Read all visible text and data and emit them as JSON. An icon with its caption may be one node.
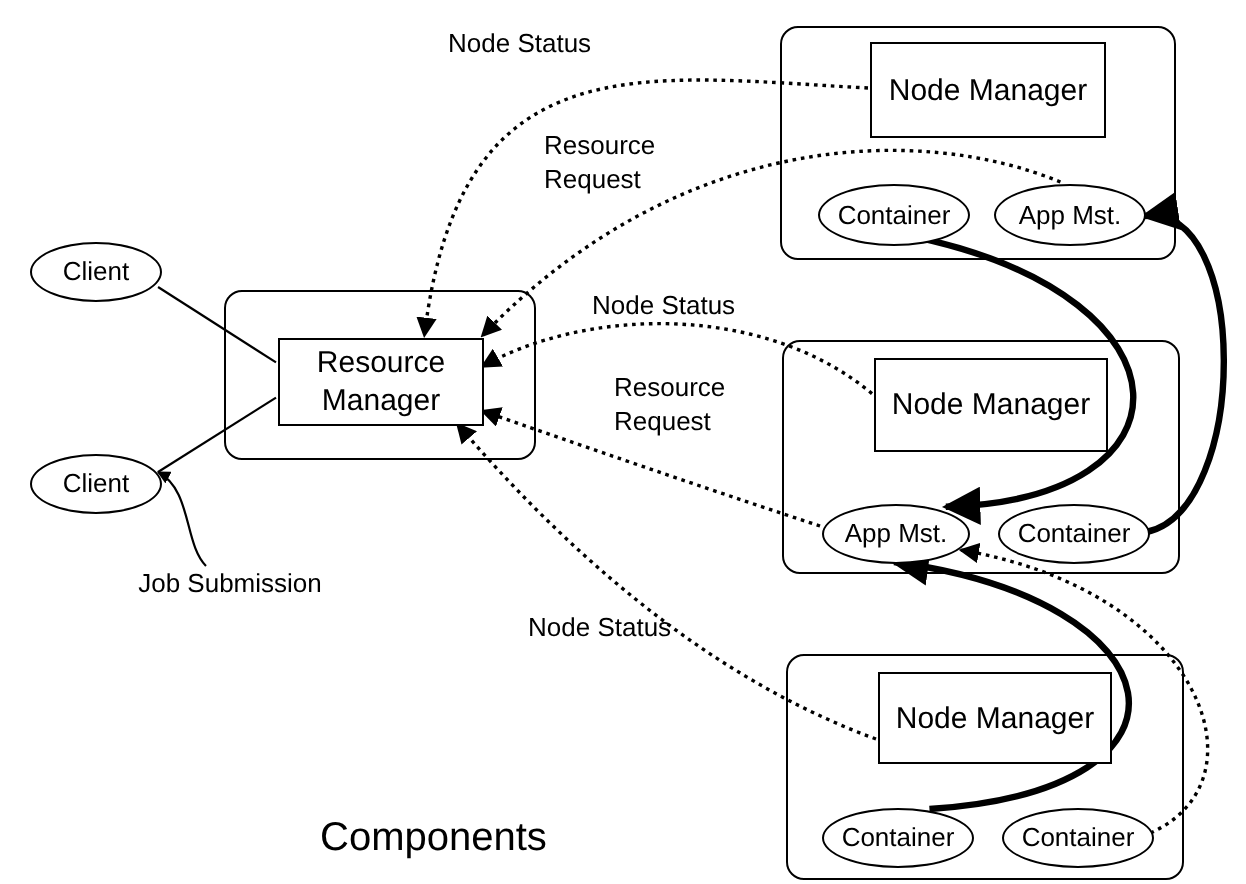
{
  "diagram": {
    "title": "Components",
    "nodes": [
      {
        "text": [
          "Client"
        ]
      },
      {
        "text": [
          "Client"
        ]
      },
      {
        "text": [],
        "shape": "box"
      },
      {
        "text": [
          "Resource Manager"
        ],
        "in": 2
      },
      {
        "text": [],
        "shape": "box"
      },
      {
        "text": [
          "Node Manager"
        ],
        "in": 4
      },
      {
        "text": [
          "Container"
        ],
        "in": 4
      },
      {
        "text": [
          "App Mst."
        ],
        "in": 4
      },
      {
        "text": [],
        "shape": "box"
      },
      {
        "text": [
          "Node Manager"
        ],
        "in": 8
      },
      {
        "text": [
          "App Mst."
        ],
        "in": 8
      },
      {
        "text": [
          "Container"
        ],
        "in": 8
      },
      {
        "text": [],
        "shape": "box"
      },
      {
        "text": [
          "Node Manager"
        ],
        "in": 12
      },
      {
        "text": [
          "Container"
        ],
        "in": 12
      },
      {
        "text": [
          "Container"
        ],
        "in": 12
      },
      {
        "text": [
          "Job Submission"
        ]
      }
    ],
    "edges": [
      {
        "from": 0,
        "to": 3,
        "arrow": "none"
      },
      {
        "from": 1,
        "to": 3,
        "arrow": "none"
      },
      {
        "from": 16,
        "to": 1,
        "arrow": "to"
      },
      {
        "from": 5,
        "to": 3,
        "arrow": "to",
        "label": "Node Status",
        "style": "dashed"
      },
      {
        "from": 7,
        "to": 3,
        "arrow": "to",
        "label": "Resource Request",
        "style": "dashed"
      },
      {
        "from": 9,
        "to": 3,
        "arrow": "to",
        "label": "Node Status",
        "style": "dashed"
      },
      {
        "from": 10,
        "to": 3,
        "arrow": "to",
        "label": "Resource Request",
        "style": "dashed"
      },
      {
        "from": 13,
        "to": 3,
        "arrow": "to",
        "label": "Node Status",
        "style": "dashed"
      },
      {
        "from": 6,
        "to": 10,
        "arrow": "to",
        "style": "thick"
      },
      {
        "from": 11,
        "to": 7,
        "arrow": "to",
        "style": "thick"
      },
      {
        "from": 14,
        "to": 10,
        "arrow": "to",
        "style": "thick"
      },
      {
        "from": 15,
        "to": 10,
        "arrow": "to",
        "style": "dashed"
      }
    ]
  }
}
